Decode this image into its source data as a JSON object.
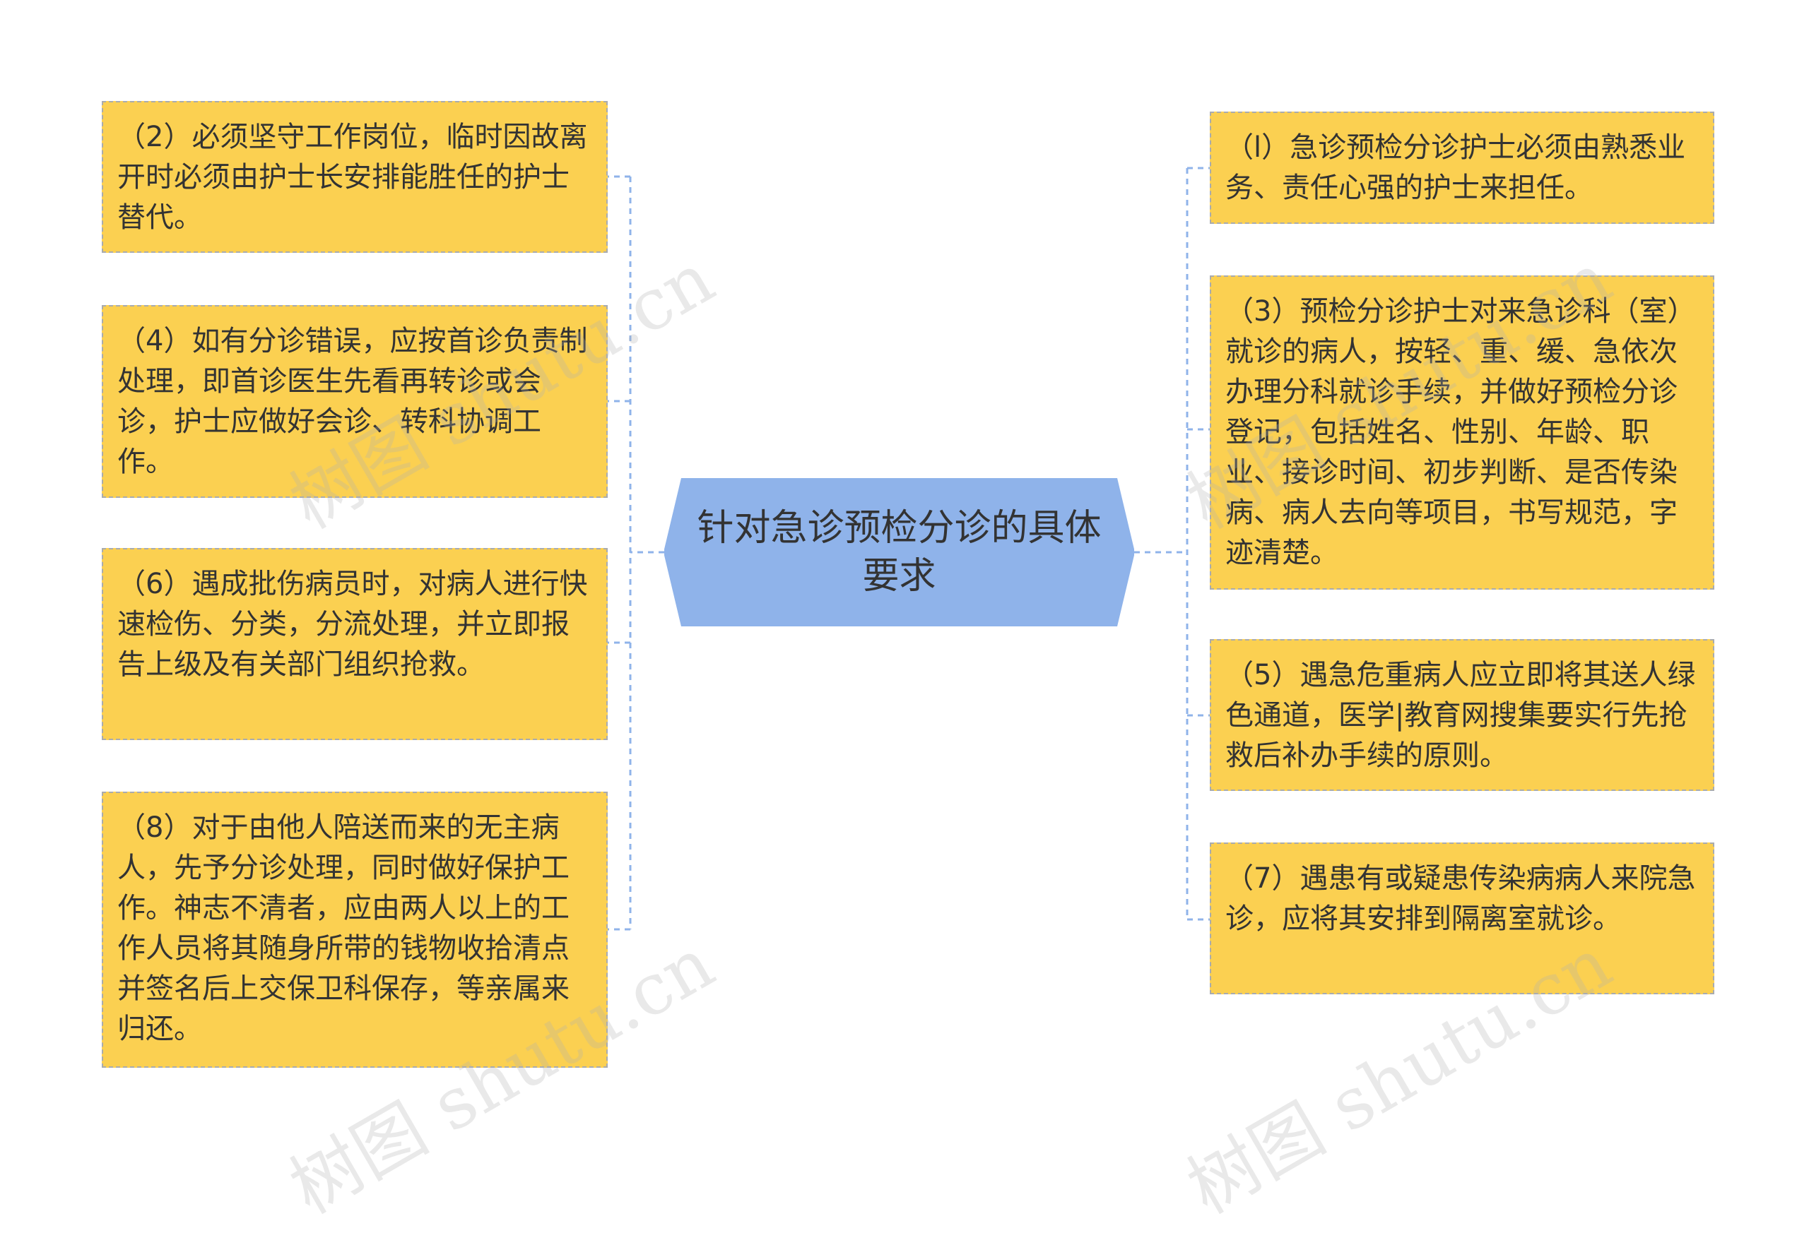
{
  "center": {
    "text": "针对急诊预检分诊的具体要求",
    "fill": "#8FB3EA",
    "stroke": "#8FB3EA"
  },
  "nodes": {
    "n2": "（2）必须坚守工作岗位，临时因故离开时必须由护士长安排能胜任的护士替代。",
    "n4": "（4）如有分诊错误，应按首诊负责制处理，即首诊医生先看再转诊或会诊，护士应做好会诊、转科协调工作。",
    "n6": "（6）遇成批伤病员时，对病人进行快速检伤、分类，分流处理，并立即报告上级及有关部门组织抢救。",
    "n8": "（8）对于由他人陪送而来的无主病人，先予分诊处理，同时做好保护工作。神志不清者，应由两人以上的工作人员将其随身所带的钱物收拾清点并签名后上交保卫科保存，等亲属来归还。",
    "n1": "（l）急诊预检分诊护士必须由熟悉业务、责任心强的护士来担任。",
    "n3": "（3）预检分诊护士对来急诊科（室）就诊的病人，按轻、重、缓、急依次办理分科就诊手续，并做好预检分诊登记，包括姓名、性别、年龄、职业、接诊时间、初步判断、是否传染病、病人去向等项目，书写规范，字迹清楚。",
    "n5": "（5）遇急危重病人应立即将其送人绿色通道，医学|教育网搜集要实行先抢救后补办手续的原则。",
    "n7": "（7）遇患有或疑患传染病病人来院急诊，应将其安排到隔离室就诊。"
  },
  "watermark": {
    "text": "树图 shutu.cn",
    "color": "#AFAFAF"
  },
  "colors": {
    "node_fill": "#FBD051",
    "node_border": "#A9ABAE",
    "connector": "#8FB3EA",
    "text": "#333333"
  }
}
